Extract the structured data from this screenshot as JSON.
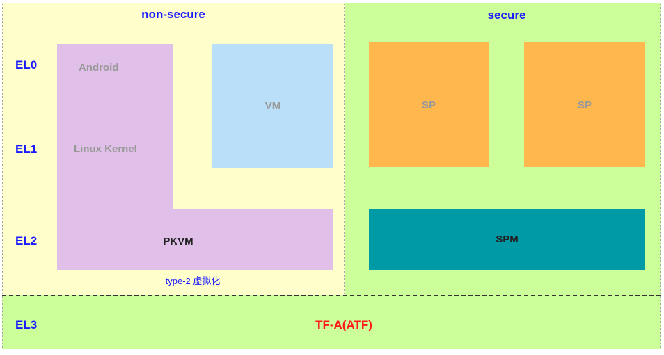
{
  "regions": {
    "non_secure_title": "non-secure",
    "secure_title": "secure"
  },
  "levels": [
    "EL0",
    "EL1",
    "EL2",
    "EL3"
  ],
  "blocks": {
    "android": "Android",
    "linux_kernel": "Linux Kernel",
    "vm": "VM",
    "pkvm": "PKVM",
    "sp_left": "SP",
    "sp_right": "SP",
    "spm": "SPM",
    "atf": "TF-A(ATF)"
  },
  "note": "type-2 虚拟化",
  "colors": {
    "non_secure_bg": "#ffffcc",
    "secure_bg": "#ccff99",
    "pkvm_block": "#e0bfe8",
    "vm_block": "#b9dff9",
    "sp_block": "#ffb74e",
    "spm_block": "#0099a6",
    "label_blue": "#1a1aff",
    "atf_red": "#ff1a1a"
  }
}
